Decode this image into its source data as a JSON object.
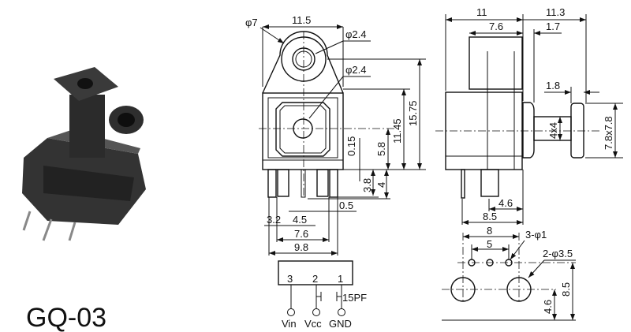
{
  "model": "GQ-03",
  "front_view": {
    "dims": [
      "φ7",
      "11.5",
      "φ2.4",
      "φ2.4",
      "15.75",
      "11.45",
      "5.8",
      "0.15",
      "3.8",
      "4",
      "0.5",
      "3.2",
      "4.5",
      "7.6",
      "9.8"
    ]
  },
  "side_view": {
    "dims": [
      "11",
      "11.3",
      "7.6",
      "1.7",
      "1.8",
      "4x4",
      "7.8x7.8",
      "4.6",
      "8.5"
    ]
  },
  "pcb_layout": {
    "dims": [
      "8",
      "5",
      "3-φ1",
      "2-φ3.5",
      "8.5",
      "4.6"
    ]
  },
  "pinout": {
    "pins": [
      "3",
      "2",
      "1"
    ],
    "signals": [
      "Vin",
      "Vcc",
      "GND"
    ],
    "capacitor": "15PF"
  },
  "colors": {
    "line": "#111111",
    "body": "#2a2a2a"
  }
}
